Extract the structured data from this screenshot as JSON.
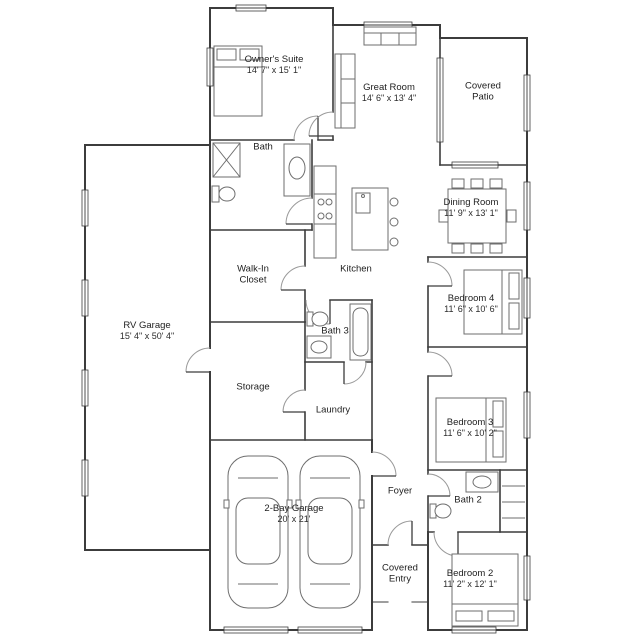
{
  "rooms": {
    "owners_suite": {
      "name": "Owner's Suite",
      "dims": "14' 7\" x 15' 1\""
    },
    "great_room": {
      "name": "Great Room",
      "dims": "14' 6\" x 13' 4\""
    },
    "covered_patio": {
      "name": "Covered Patio"
    },
    "bath": {
      "name": "Bath"
    },
    "dining_room": {
      "name": "Dining Room",
      "dims": "11' 9\" x 13' 1\""
    },
    "walk_in_closet": {
      "name": "Walk-In Closet"
    },
    "kitchen": {
      "name": "Kitchen"
    },
    "rv_garage": {
      "name": "RV Garage",
      "dims": "15' 4\" x 50' 4\""
    },
    "bedroom_4": {
      "name": "Bedroom 4",
      "dims": "11' 6\" x 10' 6\""
    },
    "bath_3": {
      "name": "Bath 3"
    },
    "storage": {
      "name": "Storage"
    },
    "laundry": {
      "name": "Laundry"
    },
    "bedroom_3": {
      "name": "Bedroom 3",
      "dims": "11' 6\" x 10' 2\""
    },
    "foyer": {
      "name": "Foyer"
    },
    "bath_2": {
      "name": "Bath 2"
    },
    "two_bay_garage": {
      "name": "2-Bay Garage",
      "dims": "20' x 21'"
    },
    "covered_entry": {
      "name": "Covered Entry"
    },
    "bedroom_2": {
      "name": "Bedroom 2",
      "dims": "11' 2\" x 12' 1\""
    }
  },
  "colors": {
    "wall": "#3c3c3c",
    "fixture": "#6e6e6e",
    "background": "#ffffff"
  }
}
